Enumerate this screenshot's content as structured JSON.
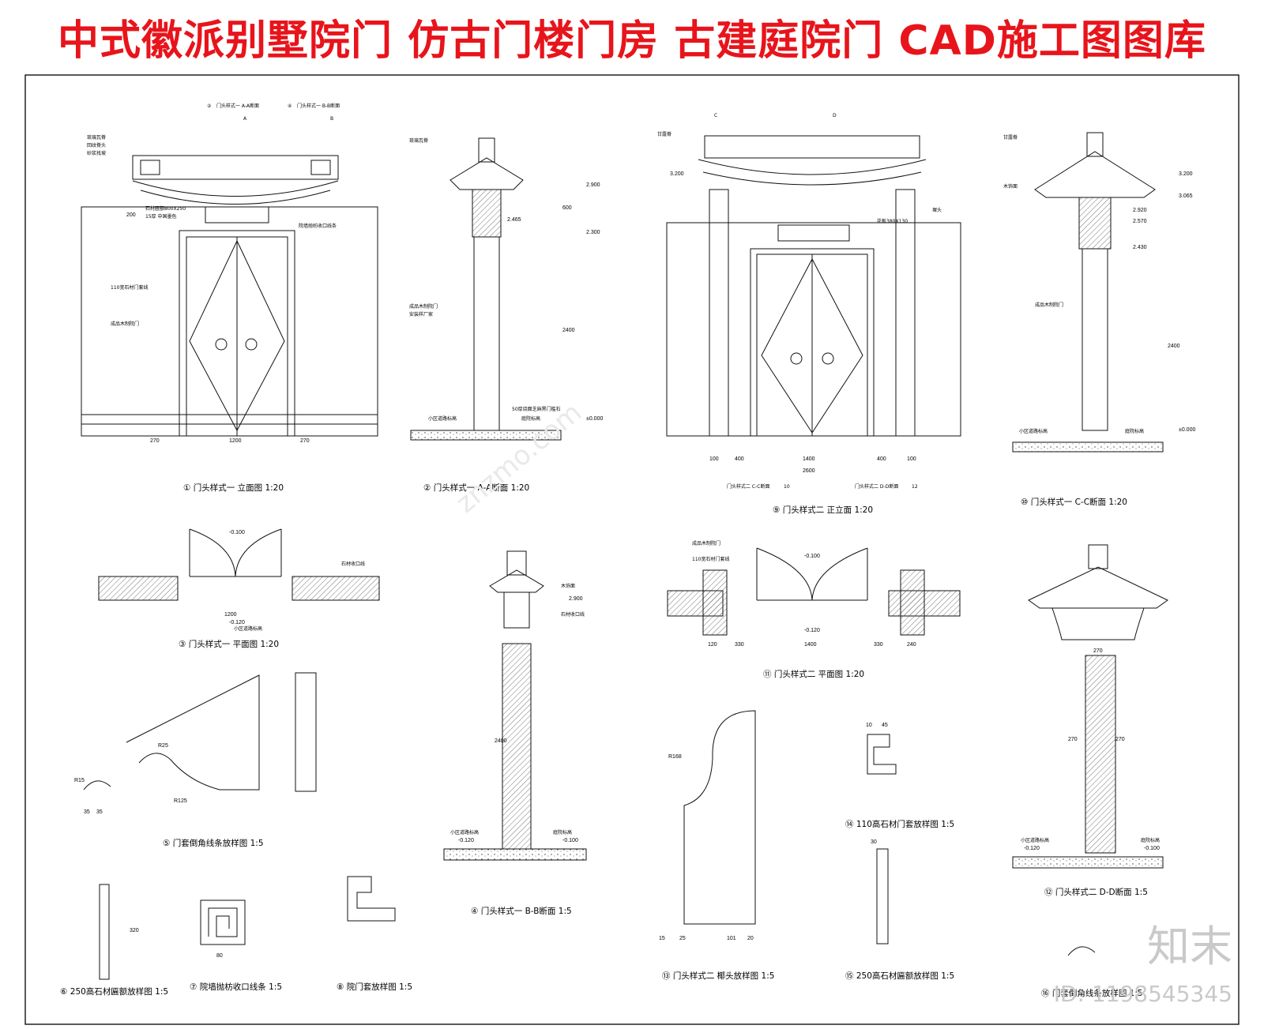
{
  "banner": {
    "title": "中式徽派别墅院门 仿古门楼门房 古建庭院门 CAD施工图图库"
  },
  "watermark": {
    "logo": "知末",
    "id": "ID: 1198545345",
    "site": "znzmo.com"
  },
  "captions": [
    {
      "n": "①",
      "t": "门头样式一 立面图 1:20"
    },
    {
      "n": "②",
      "t": "门头样式一 A-A断面 1:20"
    },
    {
      "n": "⑨",
      "t": "门头样式二 正立面 1:20"
    },
    {
      "n": "⑩",
      "t": "门头样式一 C-C断面 1:20"
    },
    {
      "n": "③",
      "t": "门头样式一 平面图 1:20"
    },
    {
      "n": "⑪",
      "t": "门头样式二 平面图 1:20"
    },
    {
      "n": "④",
      "t": "门头样式一 B-B断面 1:5"
    },
    {
      "n": "⑫",
      "t": "门头样式二 D-D断面 1:5"
    },
    {
      "n": "⑤",
      "t": "门套倒角线条放样图 1:5"
    },
    {
      "n": "⑭",
      "t": "110高石材门套放样图 1:5"
    },
    {
      "n": "⑬",
      "t": "门头样式二 椰头放样图 1:5"
    },
    {
      "n": "⑮",
      "t": "250高石材匾额放样图 1:5"
    },
    {
      "n": "⑥",
      "t": "250高石材匾额放样图 1:5"
    },
    {
      "n": "⑦",
      "t": "院墙抛枋收口线条 1:5"
    },
    {
      "n": "⑧",
      "t": "院门套放样图 1:5"
    },
    {
      "n": "⑯",
      "t": "门套倒角线条放样图 1:5"
    }
  ],
  "refs": {
    "a": "门头样式一 A-A断面",
    "b": "门头样式一 B-B断面",
    "c": "门头样式二 C-C断面",
    "d": "门头样式二 D-D断面",
    "A": "A",
    "B": "B",
    "C": "C",
    "D": "D",
    "n2": "②",
    "n4": "④",
    "n10": "10",
    "n12": "12"
  },
  "labels": {
    "tiles": "琉璃瓦脊",
    "wanzi": "回纹脊头",
    "mortar": "砂浆找坡",
    "plaque": "石材匾额800X250",
    "paint15": "15厚 中国墨色",
    "trim110": "110宽石材门套线",
    "door": "成品木制院门",
    "install": "安装样厂家",
    "wallcap": "院墙抛枋收口线条",
    "ground": "小区道路标高",
    "court": "庭院标高",
    "stone50": "50厚烧面芝麻黑门槛石",
    "top": "甘露脊",
    "chuang": "墀头",
    "flower": "花板380X130",
    "wood": "木饰面",
    "stonetrim": "石材收口线"
  },
  "dims": {
    "d200": "200",
    "d270": "270",
    "d1200": "1200",
    "d1400": "1400",
    "d400": "400",
    "d100": "100",
    "d2600": "2600",
    "d2400": "2400",
    "d2400b": "2400",
    "d600": "600",
    "d330": "330",
    "d240": "240",
    "d120": "120",
    "e2900": "2.900",
    "e2300": "2.300",
    "e0": "±0.000",
    "em120": "-0.120",
    "em100": "-0.100",
    "e3200": "3.200",
    "e3065": "3.065",
    "e2920": "2.920",
    "e2570": "2.570",
    "e2430": "2.430",
    "e2465": "2.465",
    "m35": "35",
    "m10": "10",
    "m30": "30",
    "m45": "45",
    "m101": "101",
    "m25": "25",
    "m15": "15",
    "m20": "20",
    "m80": "80",
    "m320": "320",
    "r15": "R15",
    "r25": "R25",
    "r125": "R125",
    "r168": "R168"
  },
  "colors": {
    "accent": "#e8141b",
    "line": "#111111",
    "hatch": "#555555",
    "frame": "#222222"
  }
}
